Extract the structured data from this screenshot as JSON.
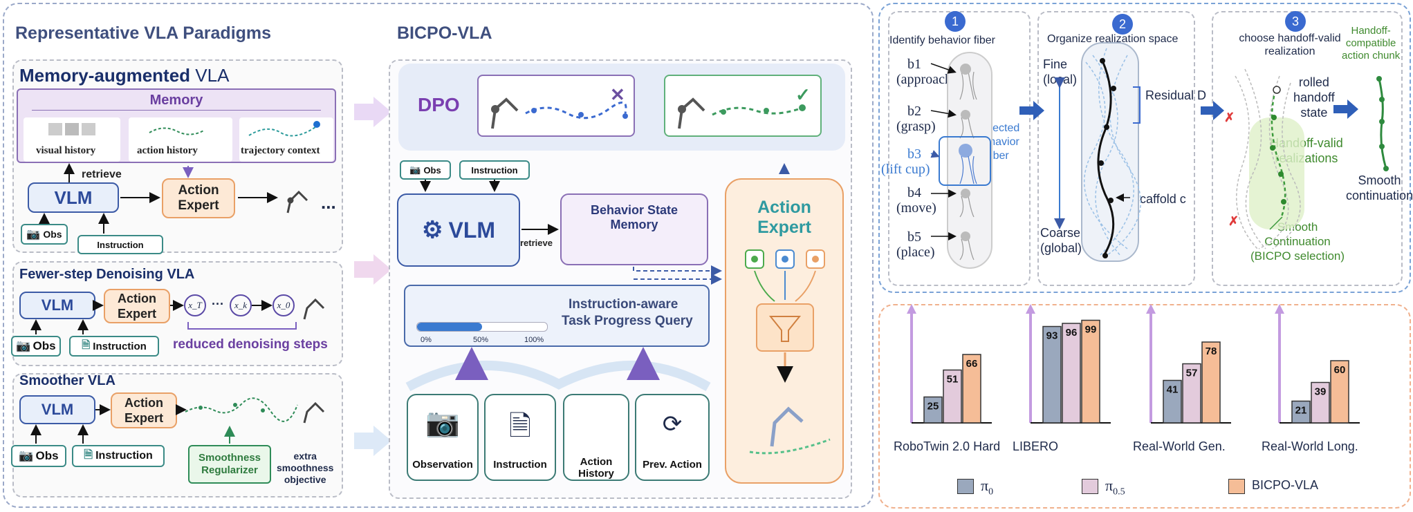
{
  "left": {
    "title": "Representative VLA Paradigms",
    "memory_vla": {
      "title_bold": "Memory-augmented",
      "title_tail": " VLA",
      "memory_label": "Memory",
      "items": [
        "visual history",
        "action history",
        "trajectory context"
      ],
      "retrieve": "retrieve",
      "vlm": "VLM",
      "action_expert": "Action Expert",
      "obs": "Obs",
      "instruction": "Instruction",
      "ellipsis": "..."
    },
    "fewer_step": {
      "title": "Fewer-step Denoising VLA",
      "vlm": "VLM",
      "action_expert": "Action Expert",
      "obs": "Obs",
      "instruction": "Instruction",
      "steps": [
        "x_T",
        "x_k",
        "x_0"
      ],
      "dots": "···",
      "caption": "reduced denoising steps"
    },
    "smoother": {
      "title": "Smoother VLA",
      "vlm": "VLM",
      "action_expert": "Action Expert",
      "obs": "Obs",
      "instruction": "Instruction",
      "regularizer": "Smoothness Regularizer",
      "objective": [
        "extra",
        "smoothness",
        "objective"
      ]
    }
  },
  "middle": {
    "title": "BICPO-VLA",
    "dpo": "DPO",
    "obs": "Obs",
    "instruction": "Instruction",
    "vlm": "VLM",
    "retrieve": "retrieve",
    "behavior_memory": [
      "Behavior State",
      "Memory"
    ],
    "progress_query": [
      "Instruction-aware",
      "Task Progress Query"
    ],
    "progress_ticks": [
      "0%",
      "50%",
      "100%"
    ],
    "progress_value": 0.5,
    "action_expert": [
      "Action",
      "Expert"
    ],
    "inputs": [
      "Observation",
      "Instruction",
      "Action History",
      "Prev. Action"
    ],
    "colors": {
      "reject": "#6b4fa0",
      "accept": "#3c9a5e",
      "accent": "#2f9aa0"
    }
  },
  "right_top": {
    "steps": [
      {
        "num": "1",
        "title": "Identify behavior fiber"
      },
      {
        "num": "2",
        "title": "Organize realization space"
      },
      {
        "num": "3",
        "title": "choose handoff-valid realization"
      }
    ],
    "behaviors": [
      {
        "b": "b1",
        "name": "(approach)"
      },
      {
        "b": "b2",
        "name": "(grasp)"
      },
      {
        "b": "b3",
        "name": "(lift cup)"
      },
      {
        "b": "b4",
        "name": "(move)"
      },
      {
        "b": "b5",
        "name": "(place)"
      }
    ],
    "selected_fiber": [
      "Selected",
      "behavior",
      "fiber"
    ],
    "fine": [
      "Fine",
      "(local)"
    ],
    "coarse": [
      "Coarse",
      "(global)"
    ],
    "residual": "Residual D",
    "scaffold": "Scaffold c",
    "rolled": [
      "rolled",
      "handoff",
      "state"
    ],
    "handoff_valid": [
      "Handoff-valid",
      "realizations"
    ],
    "smooth_cont": [
      "Smooth",
      "Continuation",
      "(BICPO selection)"
    ],
    "compatible": [
      "Handoff-",
      "compatible",
      "action chunk"
    ],
    "smooth_continuation": [
      "Smooth",
      "continuation"
    ]
  },
  "chart_data": [
    {
      "type": "bar",
      "title": "RoboTwin 2.0 Hard",
      "series": [
        {
          "name": "π0",
          "values": [
            25
          ]
        },
        {
          "name": "π0.5",
          "values": [
            51
          ]
        },
        {
          "name": "BICPO-VLA",
          "values": [
            66
          ]
        }
      ]
    },
    {
      "type": "bar",
      "title": "LIBERO",
      "series": [
        {
          "name": "π0",
          "values": [
            93
          ]
        },
        {
          "name": "π0.5",
          "values": [
            96
          ]
        },
        {
          "name": "BICPO-VLA",
          "values": [
            99
          ]
        }
      ]
    },
    {
      "type": "bar",
      "title": "Real-World Gen.",
      "series": [
        {
          "name": "π0",
          "values": [
            41
          ]
        },
        {
          "name": "π0.5",
          "values": [
            57
          ]
        },
        {
          "name": "BICPO-VLA",
          "values": [
            78
          ]
        }
      ]
    },
    {
      "type": "bar",
      "title": "Real-World Long.",
      "series": [
        {
          "name": "π0",
          "values": [
            21
          ]
        },
        {
          "name": "π0.5",
          "values": [
            39
          ]
        },
        {
          "name": "BICPO-VLA",
          "values": [
            60
          ]
        }
      ]
    }
  ],
  "legend": [
    {
      "base": "π",
      "sub": "0",
      "color": "#9aa8bd"
    },
    {
      "base": "π",
      "sub": "0.5",
      "color": "#e3cbdc"
    },
    {
      "base": "BICPO-VLA",
      "sub": "",
      "color": "#f5bd97"
    }
  ]
}
